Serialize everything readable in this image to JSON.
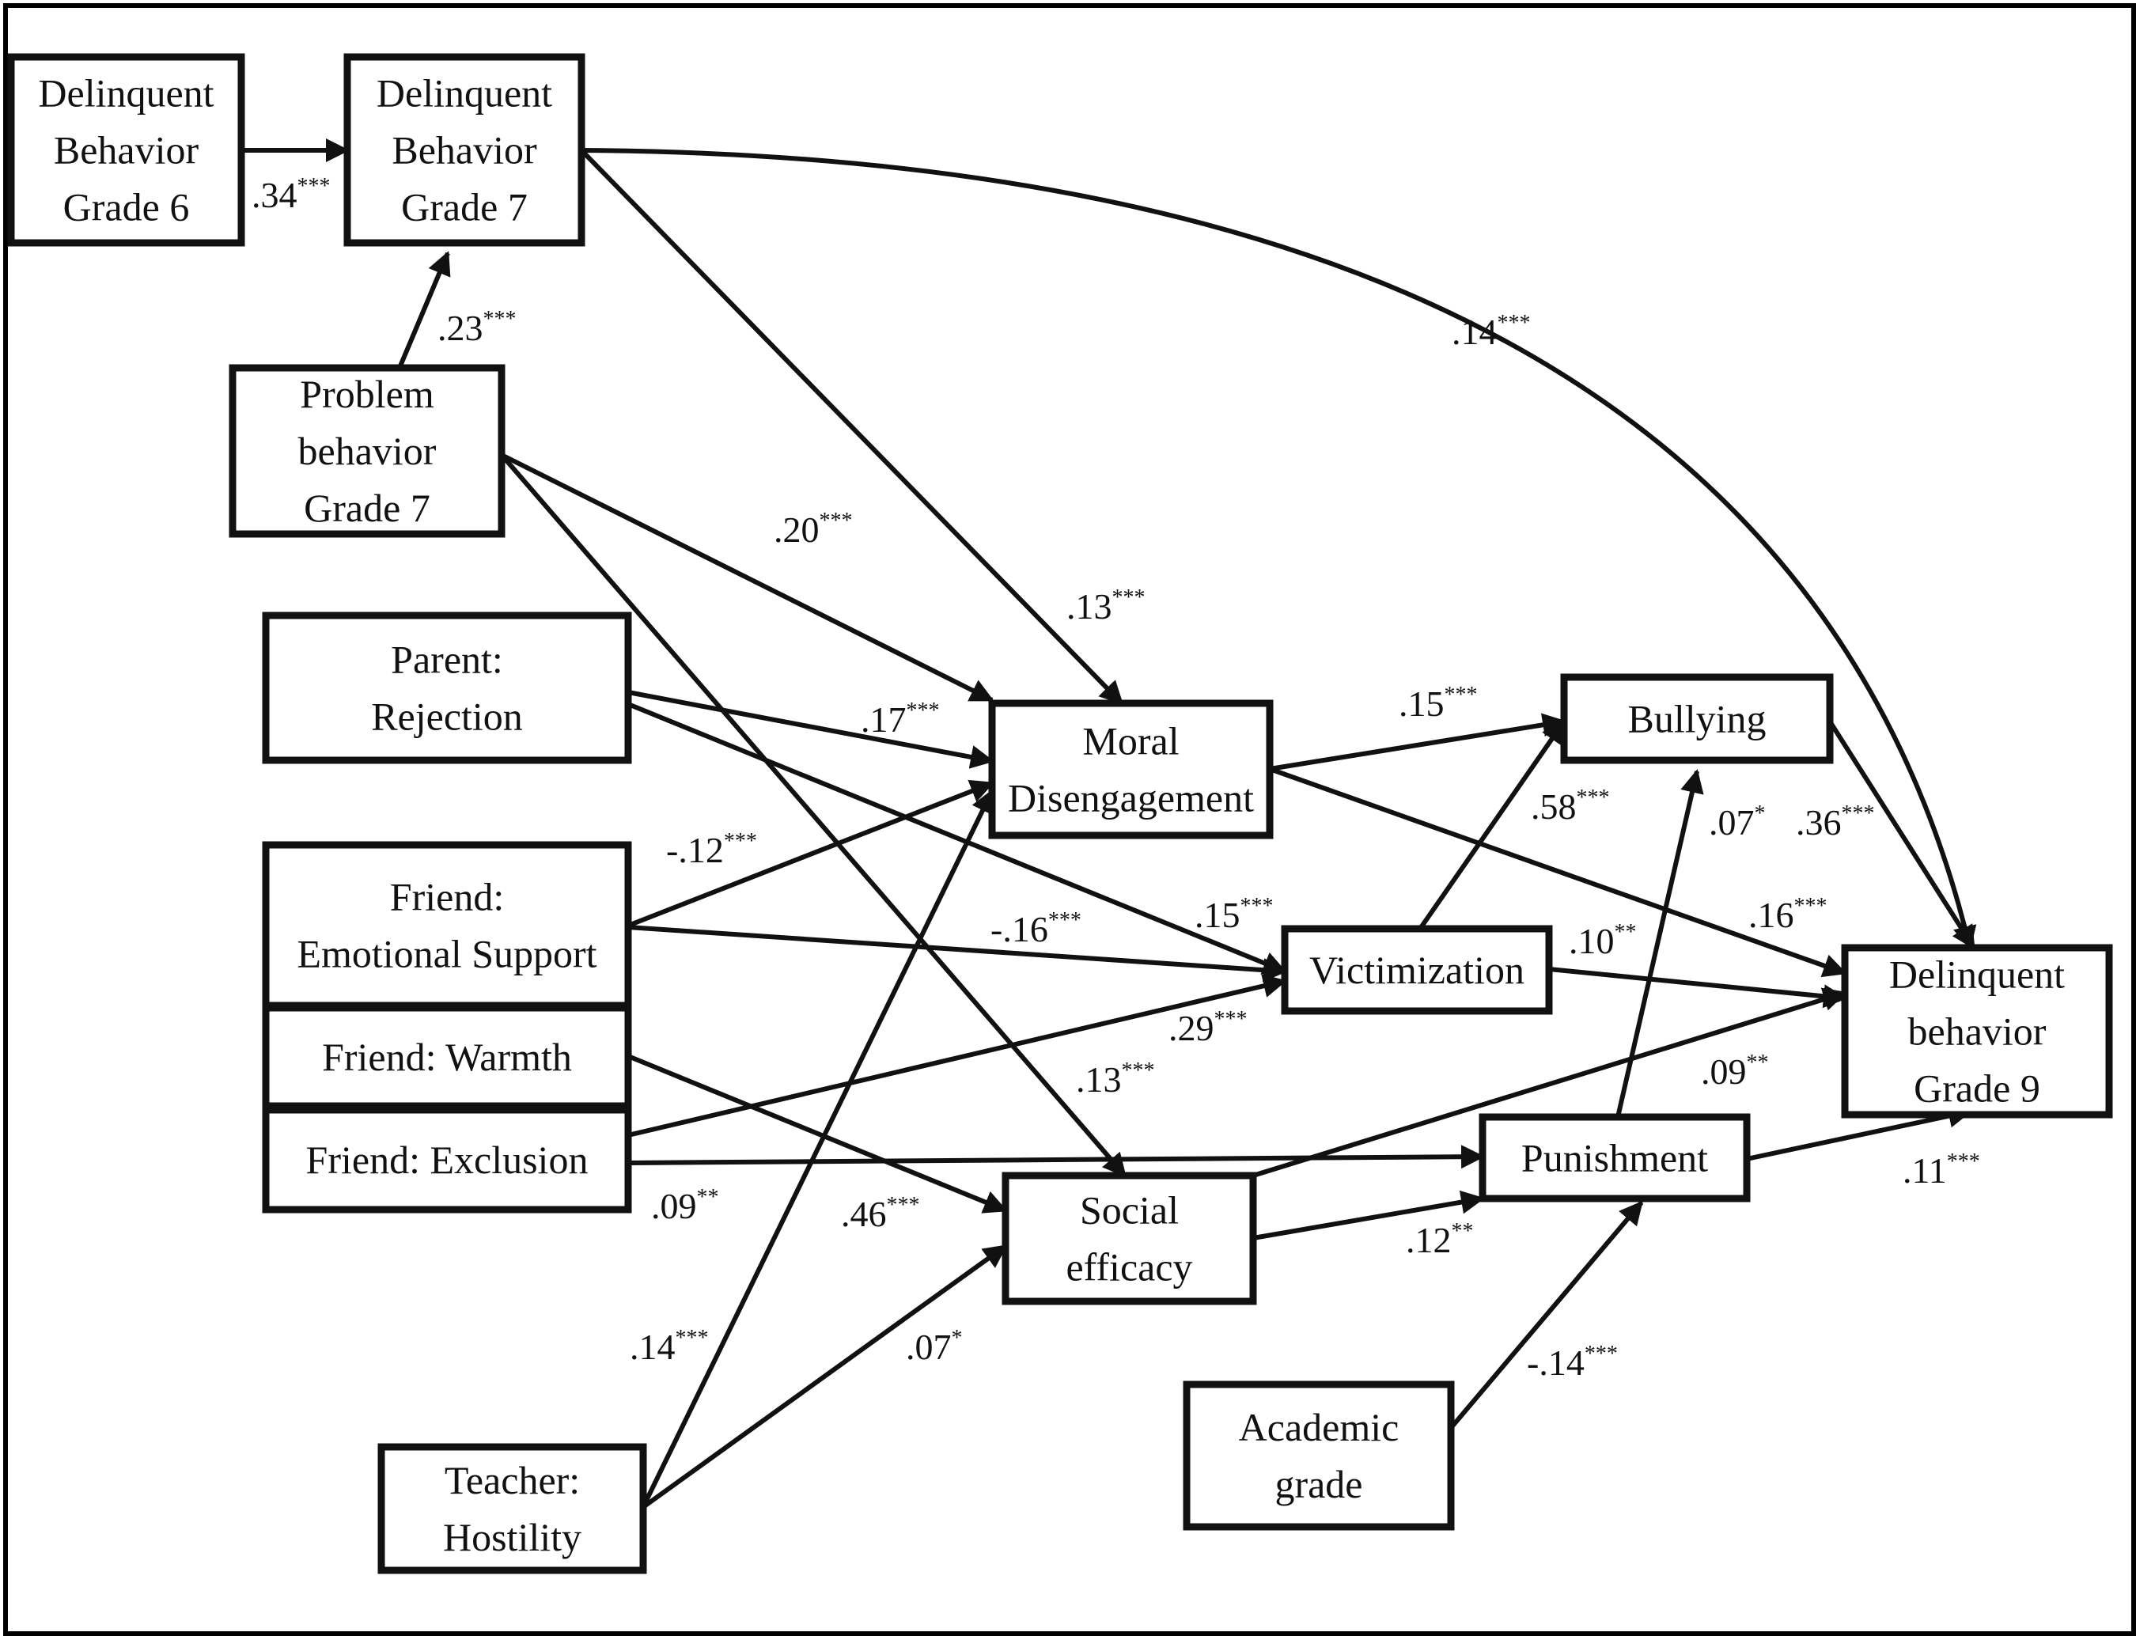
{
  "diagram": {
    "type": "path-model",
    "nodes": [
      {
        "id": "db6",
        "lines": [
          "Delinquent",
          "Behavior",
          "Grade 6"
        ]
      },
      {
        "id": "db7",
        "lines": [
          "Delinquent",
          "Behavior",
          "Grade 7"
        ]
      },
      {
        "id": "pb7",
        "lines": [
          "Problem",
          "behavior",
          "Grade 7"
        ]
      },
      {
        "id": "parent",
        "lines": [
          "Parent:",
          "Rejection"
        ]
      },
      {
        "id": "fes",
        "lines": [
          "Friend:",
          "Emotional Support"
        ]
      },
      {
        "id": "fwarm",
        "lines": [
          "Friend: Warmth"
        ]
      },
      {
        "id": "fexcl",
        "lines": [
          "Friend: Exclusion"
        ]
      },
      {
        "id": "teacher",
        "lines": [
          "Teacher:",
          "Hostility"
        ]
      },
      {
        "id": "moral",
        "lines": [
          "Moral",
          "Disengagement"
        ]
      },
      {
        "id": "bully",
        "lines": [
          "Bullying"
        ]
      },
      {
        "id": "victim",
        "lines": [
          "Victimization"
        ]
      },
      {
        "id": "punish",
        "lines": [
          "Punishment"
        ]
      },
      {
        "id": "social",
        "lines": [
          "Social",
          "efficacy"
        ]
      },
      {
        "id": "acad",
        "lines": [
          "Academic",
          "grade"
        ]
      },
      {
        "id": "db9",
        "lines": [
          "Delinquent",
          "behavior",
          "Grade 9"
        ]
      }
    ],
    "edges": [
      {
        "from": "db6",
        "to": "db7",
        "value": ".34",
        "sig": "***"
      },
      {
        "from": "pb7",
        "to": "db7",
        "value": ".23",
        "sig": "***"
      },
      {
        "from": "db7",
        "to": "db9",
        "value": ".14",
        "sig": "***"
      },
      {
        "from": "db7",
        "to": "moral",
        "value": ".13",
        "sig": "***"
      },
      {
        "from": "pb7",
        "to": "moral",
        "value": ".20",
        "sig": "***"
      },
      {
        "from": "pb7",
        "to": "social",
        "value": ".13",
        "sig": "***"
      },
      {
        "from": "parent",
        "to": "moral",
        "value": ".17",
        "sig": "***"
      },
      {
        "from": "parent",
        "to": "victim",
        "value": ".15",
        "sig": "***"
      },
      {
        "from": "fes",
        "to": "moral",
        "value": "-.12",
        "sig": "***"
      },
      {
        "from": "fes",
        "to": "victim",
        "value": "-.16",
        "sig": "***"
      },
      {
        "from": "fwarm",
        "to": "social",
        "value": ".46",
        "sig": "***"
      },
      {
        "from": "fexcl",
        "to": "victim",
        "value": ".29",
        "sig": "***"
      },
      {
        "from": "fexcl",
        "to": "punish",
        "value": ".09",
        "sig": "**"
      },
      {
        "from": "teacher",
        "to": "moral",
        "value": ".14",
        "sig": "***"
      },
      {
        "from": "teacher",
        "to": "social",
        "value": ".07",
        "sig": "*"
      },
      {
        "from": "moral",
        "to": "bully",
        "value": ".15",
        "sig": "***"
      },
      {
        "from": "moral",
        "to": "db9",
        "value": ".16",
        "sig": "***"
      },
      {
        "from": "victim",
        "to": "bully",
        "value": ".58",
        "sig": "***"
      },
      {
        "from": "victim",
        "to": "db9",
        "value": ".10",
        "sig": "**"
      },
      {
        "from": "punish",
        "to": "bully",
        "value": ".07",
        "sig": "*"
      },
      {
        "from": "bully",
        "to": "db9",
        "value": ".36",
        "sig": "***"
      },
      {
        "from": "social",
        "to": "db9",
        "value": ".09",
        "sig": "**"
      },
      {
        "from": "social",
        "to": "punish",
        "value": ".12",
        "sig": "**"
      },
      {
        "from": "punish",
        "to": "db9",
        "value": ".11",
        "sig": "***"
      },
      {
        "from": "acad",
        "to": "punish",
        "value": "-.14",
        "sig": "***"
      }
    ]
  }
}
